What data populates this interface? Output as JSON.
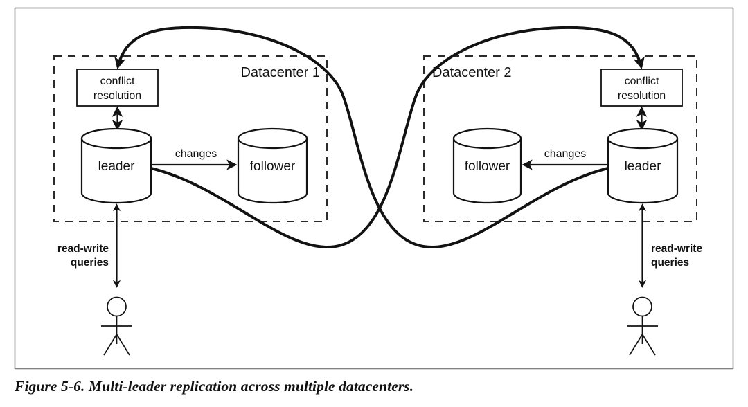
{
  "figure": {
    "caption": "Figure 5-6. Multi-leader replication across multiple datacenters.",
    "frame_color": "#808080",
    "ink_color": "#121212",
    "background": "#ffffff"
  },
  "datacenters": [
    {
      "id": "dc1",
      "label": "Datacenter 1",
      "label_align": "right",
      "conflict_box": {
        "label_line1": "conflict",
        "label_line2": "resolution"
      },
      "nodes": [
        {
          "name": "leader",
          "label": "leader",
          "role": "leader",
          "position": "left"
        },
        {
          "name": "follower",
          "label": "follower",
          "role": "follower",
          "position": "right"
        }
      ],
      "internal_edge": {
        "label": "changes",
        "direction": "leader-to-follower"
      },
      "client": {
        "arrow_label_line1": "read-write",
        "arrow_label_line2": "queries",
        "actor": "stick-figure-user"
      }
    },
    {
      "id": "dc2",
      "label": "Datacenter 2",
      "label_align": "left",
      "conflict_box": {
        "label_line1": "conflict",
        "label_line2": "resolution"
      },
      "nodes": [
        {
          "name": "follower",
          "label": "follower",
          "role": "follower",
          "position": "left"
        },
        {
          "name": "leader",
          "label": "leader",
          "role": "leader",
          "position": "right"
        }
      ],
      "internal_edge": {
        "label": "changes",
        "direction": "leader-to-follower"
      },
      "client": {
        "arrow_label_line1": "read-write",
        "arrow_label_line2": "queries",
        "actor": "stick-figure-user"
      }
    }
  ],
  "cross_links": [
    {
      "from": "dc2.leader",
      "to": "dc1.conflict_resolution",
      "style": "curved",
      "label": ""
    },
    {
      "from": "dc1.leader",
      "to": "dc2.conflict_resolution",
      "style": "curved",
      "label": ""
    }
  ]
}
